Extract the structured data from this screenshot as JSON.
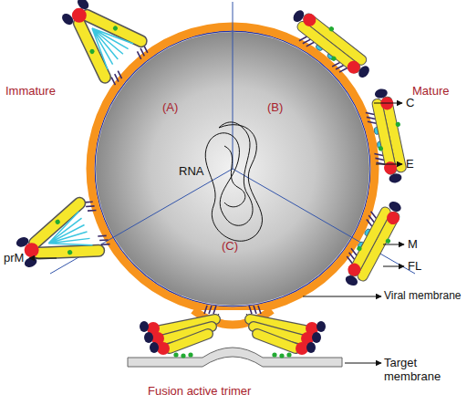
{
  "diagram": {
    "labels": [
      "Immature",
      "Mature",
      "(A)",
      "(B)",
      "C",
      "RNA",
      "E",
      "M",
      "prM",
      "FL",
      "(C)",
      "Viral membrane",
      "Target membrane",
      "Fusion active trimer"
    ]
  }
}
